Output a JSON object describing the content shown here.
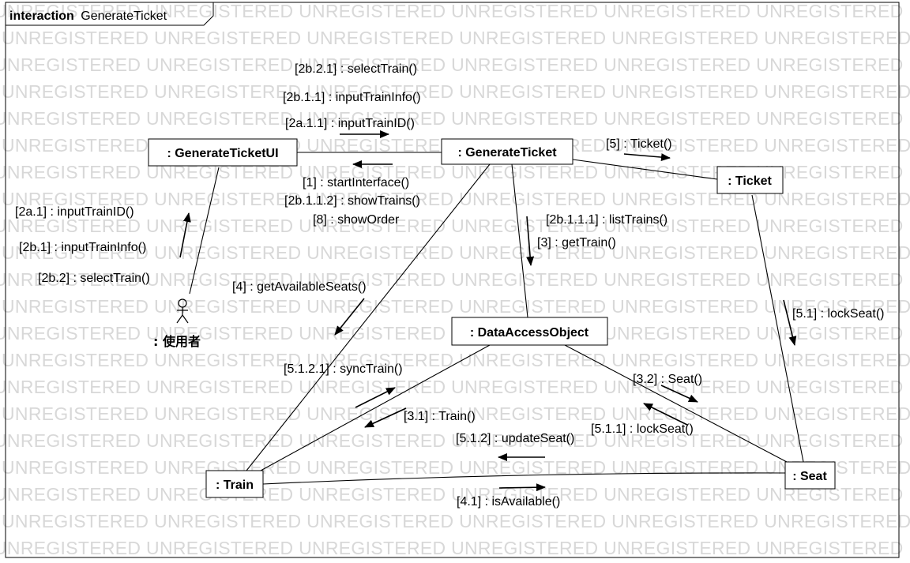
{
  "frame": {
    "keyword": "interaction",
    "name": "GenerateTicket"
  },
  "watermark": "UNREGISTERED UNREGISTERED UNREGISTERED UNREGISTERED UNREGISTERED UNREGISTERED UNREGISTERED",
  "nodes": {
    "generate_ticket_ui": ": GenerateTicketUI",
    "generate_ticket": ": GenerateTicket",
    "ticket": ": Ticket",
    "data_access_object": ": DataAccessObject",
    "train": ": Train",
    "seat": ": Seat"
  },
  "actor": {
    "label": ": 使用者"
  },
  "messages": {
    "m_2b21": "[2b.2.1] : selectTrain()",
    "m_2b11": "[2b.1.1] : inputTrainInfo()",
    "m_2a11": "[2a.1.1] : inputTrainID()",
    "m_1": "[1] : startInterface()",
    "m_2b112": "[2b.1.1.2] : showTrains()",
    "m_8": "[8] : showOrder",
    "m_5": "[5] : Ticket()",
    "m_2a1": "[2a.1] : inputTrainID()",
    "m_2b1": "[2b.1] : inputTrainInfo()",
    "m_2b2": "[2b.2] : selectTrain()",
    "m_2b111": "[2b.1.1.1] : listTrains()",
    "m_3": "[3] : getTrain()",
    "m_4": "[4] : getAvailableSeats()",
    "m_51": "[5.1] : lockSeat()",
    "m_5121": "[5.1.2.1] : syncTrain()",
    "m_31": "[3.1] : Train()",
    "m_32": "[3.2] : Seat()",
    "m_512": "[5.1.2] : updateSeat()",
    "m_511": "[5.1.1] : lockSeat()",
    "m_41": "[4.1] : isAvailable()"
  }
}
